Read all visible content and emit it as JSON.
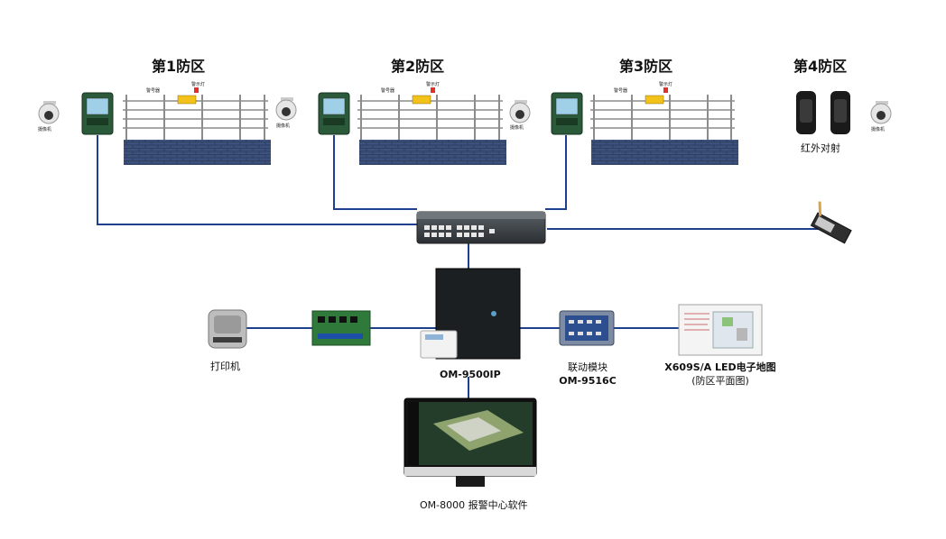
{
  "zones": [
    {
      "title": "第1防区",
      "camera_label": "摄像机",
      "siren_label": "警号器",
      "light_label": "警示灯"
    },
    {
      "title": "第2防区",
      "camera_label": "摄像机",
      "siren_label": "警号器",
      "light_label": "警示灯"
    },
    {
      "title": "第3防区",
      "camera_label": "摄像机",
      "siren_label": "警号器",
      "light_label": "警示灯"
    },
    {
      "title": "第4防区",
      "camera_label": "摄像机",
      "sensor_label": "红外对射"
    }
  ],
  "devices": {
    "printer_label": "打印机",
    "host_label": "OM-9500IP",
    "linkage_label_line1": "联动模块",
    "linkage_label_line2": "OM-9516C",
    "map_label_line1": "X609S/A  LED电子地图",
    "map_label_line2": "(防区平面图)",
    "software_label": "OM-8000 报警中心软件"
  },
  "colors": {
    "wire": "#1f3f8f",
    "brick": "#3b4f7a",
    "energizer": "#2a5a3a"
  }
}
